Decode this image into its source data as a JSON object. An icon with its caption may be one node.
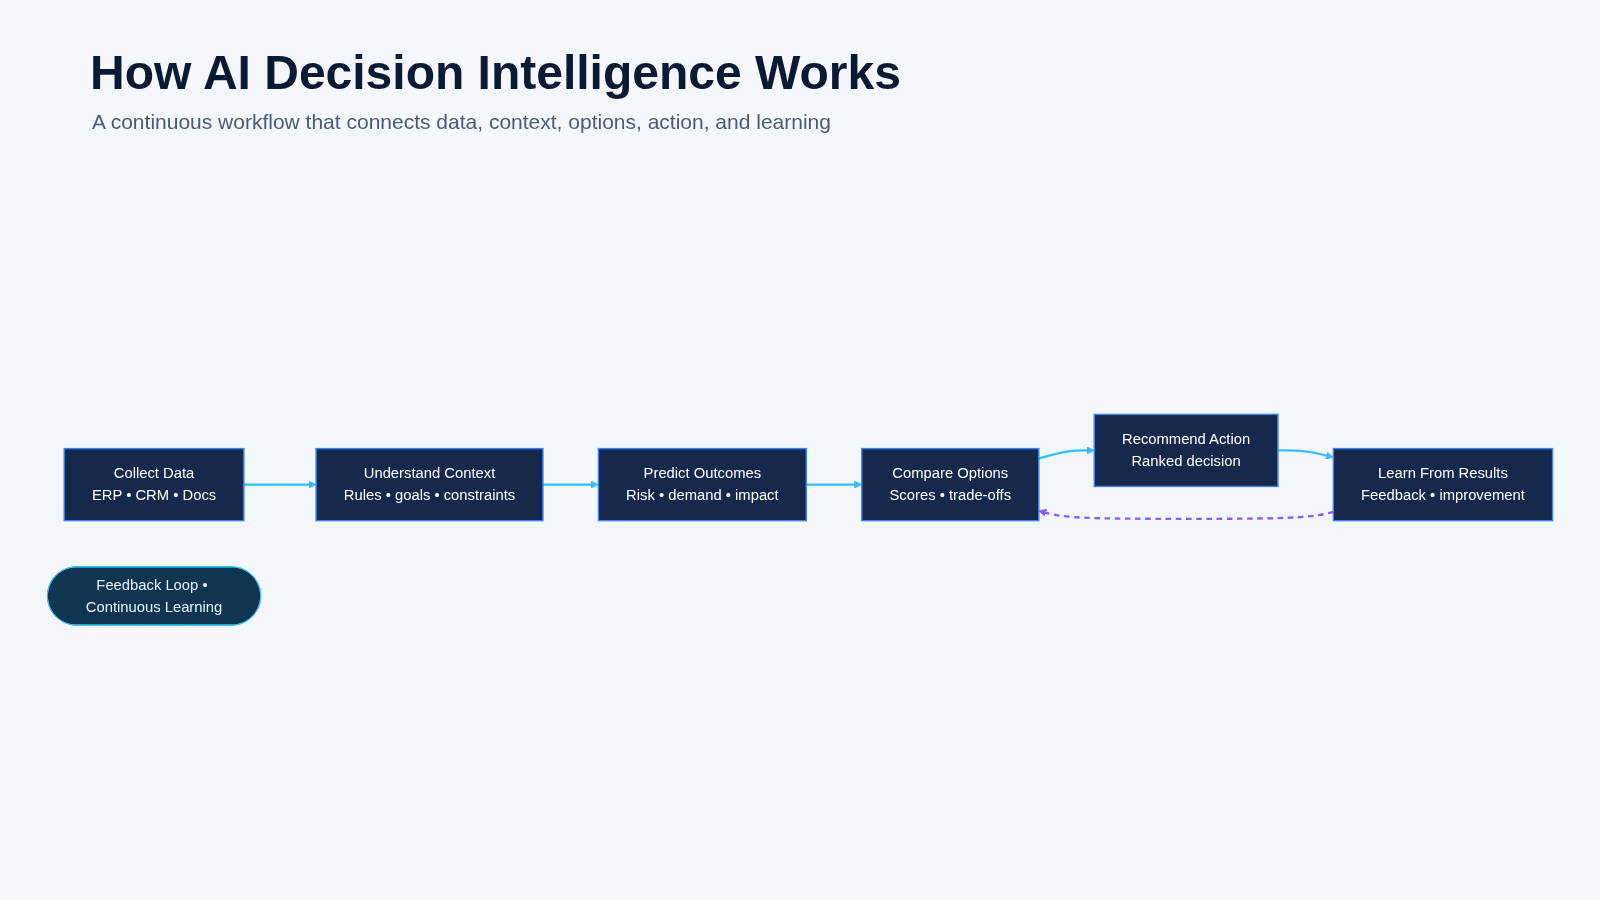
{
  "diagram": {
    "title": "How AI Decision Intelligence Works",
    "caption": "A continuous workflow that connects data, context, options, action, and learning",
    "nodes": [
      {
        "text": [
          "Collect Data",
          "ERP • CRM • Docs"
        ]
      },
      {
        "text": [
          "Understand Context",
          "Rules • goals • constraints"
        ]
      },
      {
        "text": [
          "Predict Outcomes",
          "Risk • demand • impact"
        ]
      },
      {
        "text": [
          "Compare Options",
          "Scores • trade-offs"
        ]
      },
      {
        "text": [
          "Recommend Action",
          "Ranked decision"
        ]
      },
      {
        "text": [
          "Learn From Results",
          "Feedback • improvement"
        ]
      },
      {
        "text": [
          "Feedback Loop • Continuous Learning"
        ]
      }
    ],
    "edges": [
      {
        "from": 0,
        "to": 1,
        "arrow": "to"
      },
      {
        "from": 1,
        "to": 2,
        "arrow": "to"
      },
      {
        "from": 2,
        "to": 3,
        "arrow": "to"
      },
      {
        "from": 3,
        "to": 4,
        "arrow": "to"
      },
      {
        "from": 4,
        "to": 5,
        "arrow": "to"
      },
      {
        "from": 5,
        "to": 3,
        "arrow": "to",
        "style": "dashed",
        "color": "#8b5cf6"
      }
    ]
  }
}
